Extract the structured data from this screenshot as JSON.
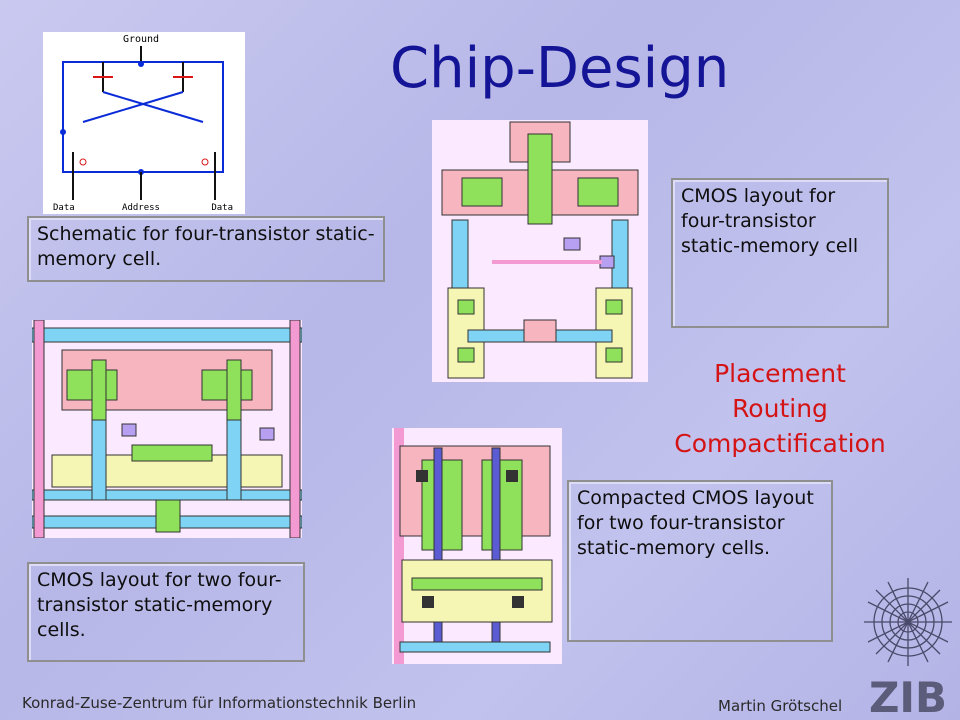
{
  "slide": {
    "title": "Chip-Design",
    "captions": {
      "schematic": "Schematic for four-transistor static-memory cell.",
      "cmos_cell": "CMOS layout for four-transistor static-memory cell",
      "cmos_two": "CMOS layout for two four-transistor static-memory cells.",
      "compacted": "Compacted CMOS layout for two four-transistor static-memory cells."
    },
    "steps": [
      "Placement",
      "Routing",
      "Compactification"
    ],
    "schematic_labels": {
      "top": "Ground",
      "left": "Data",
      "mid": "Address",
      "right": "Data"
    },
    "footer_left": "Konrad-Zuse-Zentrum für Informationstechnik Berlin",
    "footer_right": "Martin Grötschel",
    "logo_text": "ZIB"
  },
  "colors": {
    "title": "#141496",
    "accent": "#d41414"
  }
}
